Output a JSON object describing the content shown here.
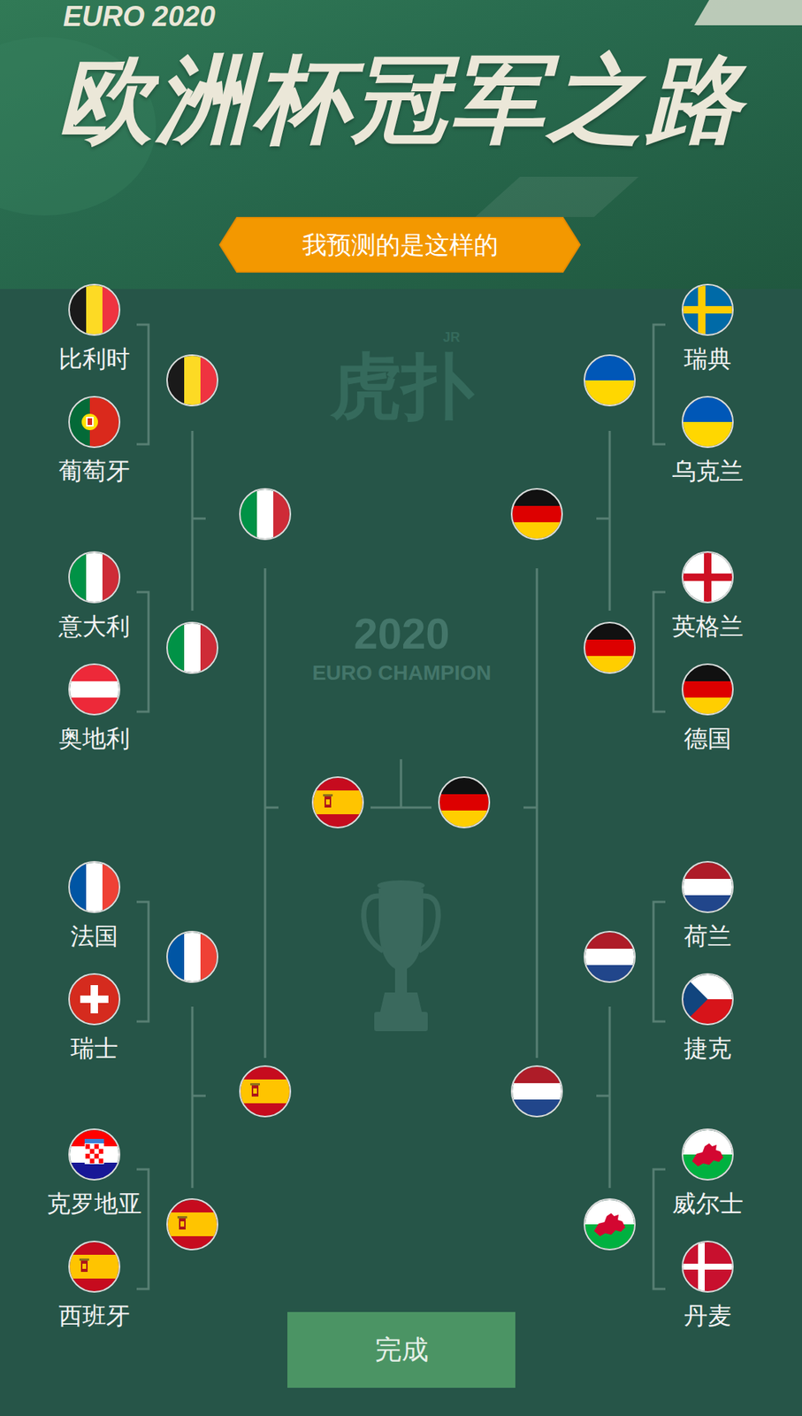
{
  "diagram": {
    "title": "欧洲杯冠军之路",
    "nodes": [
      {
        "text": [
          "我预测的是这样的"
        ]
      },
      {
        "text": [
          "比利时"
        ]
      },
      {
        "text": [
          "瑞典"
        ]
      },
      {
        "text": [
          "葡萄牙"
        ]
      },
      {
        "text": [
          "乌克兰"
        ]
      },
      {
        "text": [
          "意大利"
        ]
      },
      {
        "text": [
          "英格兰"
        ]
      },
      {
        "text": [
          "奥地利"
        ]
      },
      {
        "text": [
          "德国"
        ]
      },
      {
        "text": [
          "法国"
        ]
      },
      {
        "text": [
          "荷兰"
        ]
      },
      {
        "text": [
          "瑞士"
        ]
      },
      {
        "text": [
          "捷克"
        ]
      },
      {
        "text": [
          "克罗地亚"
        ]
      },
      {
        "text": [
          "威尔士"
        ]
      },
      {
        "text": [
          "西班牙"
        ]
      },
      {
        "text": [
          "丹麦"
        ]
      },
      {
        "text": [
          "完成"
        ]
      }
    ],
    "labels": [
      "EURO 2020",
      "虎扑",
      "JR",
      "2020",
      "EURO CHAMPION"
    ]
  }
}
